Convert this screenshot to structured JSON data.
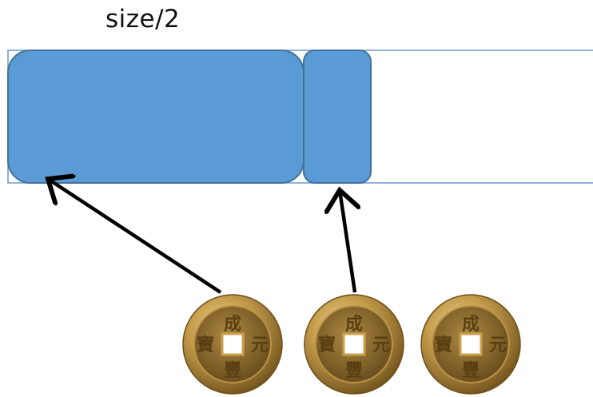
{
  "diagram": {
    "label": "size/2",
    "colors": {
      "block_fill": "#5b9bd5",
      "block_stroke": "#41719c",
      "container_stroke": "#6c99cc",
      "arrow": "#000000",
      "coin_rim": "#c9a24f",
      "coin_face": "#8a6a2a"
    },
    "coins": [
      {
        "top": "成",
        "right": "元",
        "bottom": "豐",
        "left": "寶"
      },
      {
        "top": "成",
        "right": "元",
        "bottom": "豐",
        "left": "寶"
      },
      {
        "top": "成",
        "right": "元",
        "bottom": "豐",
        "left": "寶"
      }
    ]
  }
}
